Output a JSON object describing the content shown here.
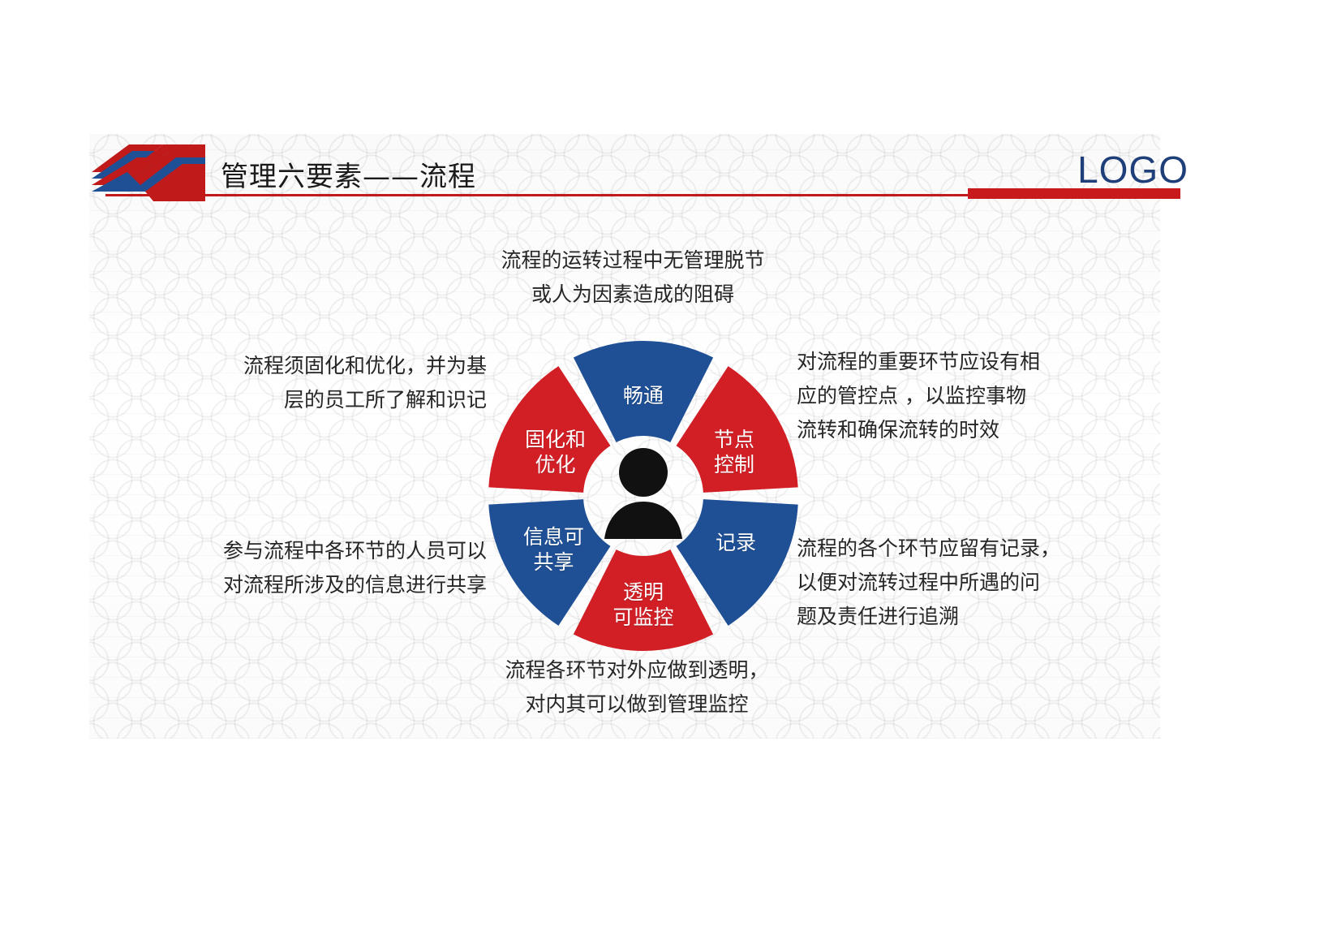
{
  "header": {
    "title": "管理六要素——流程",
    "logo": "LOGO",
    "ribbon_icon": "ribbon-decoration-icon"
  },
  "colors": {
    "red": "#d21f26",
    "blue": "#1f5096",
    "logo_blue": "#1f3f7a",
    "rule_red": "#c8191c",
    "text": "#262626",
    "segment_text": "#ffffff",
    "background": "#ffffff"
  },
  "chart_data": {
    "type": "pie",
    "title": "管理六要素——流程",
    "center_icon": "person-icon",
    "legend_position": "around",
    "segments": [
      {
        "label_lines": [
          "畅通"
        ],
        "position": "top",
        "color": "#1f5096",
        "angle_start": -30,
        "angle_end": 30,
        "value": 16.67
      },
      {
        "label_lines": [
          "节点",
          "控制"
        ],
        "position": "top-right",
        "color": "#d21f26",
        "angle_start": 30,
        "angle_end": 90,
        "value": 16.67
      },
      {
        "label_lines": [
          "记录"
        ],
        "position": "bottom-right",
        "color": "#1f5096",
        "angle_start": 90,
        "angle_end": 150,
        "value": 16.67
      },
      {
        "label_lines": [
          "透明",
          "可监控"
        ],
        "position": "bottom",
        "color": "#d21f26",
        "angle_start": 150,
        "angle_end": 210,
        "value": 16.67
      },
      {
        "label_lines": [
          "信息可",
          "共享"
        ],
        "position": "bottom-left",
        "color": "#1f5096",
        "angle_start": 210,
        "angle_end": 270,
        "value": 16.67
      },
      {
        "label_lines": [
          "固化和",
          "优化"
        ],
        "position": "top-left",
        "color": "#d21f26",
        "angle_start": 270,
        "angle_end": 330,
        "value": 16.67
      }
    ]
  },
  "captions": {
    "top": {
      "target": "畅通",
      "lines": [
        "流程的运转过程中无管理脱节",
        "或人为因素造成的阻碍"
      ]
    },
    "top_left": {
      "target": "固化和优化",
      "lines": [
        "流程须固化和优化，并为基",
        "层的员工所了解和识记"
      ]
    },
    "bottom_left": {
      "target": "信息可共享",
      "lines": [
        "参与流程中各环节的人员可以",
        "对流程所涉及的信息进行共享"
      ]
    },
    "top_right": {
      "target": "节点控制",
      "lines": [
        "对流程的重要环节应设有相",
        "应的管控点 ，以监控事物",
        "流转和确保流转的时效"
      ]
    },
    "bottom_right": {
      "target": "记录",
      "lines": [
        "流程的各个环节应留有记录，",
        "以便对流转过程中所遇的问",
        "题及责任进行追溯"
      ]
    },
    "bottom": {
      "target": "透明可监控",
      "lines": [
        "流程各环节对外应做到透明，",
        "对内其可以做到管理监控"
      ]
    }
  }
}
